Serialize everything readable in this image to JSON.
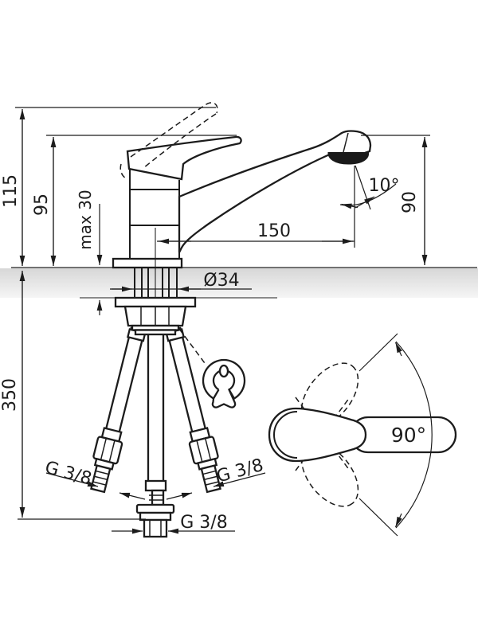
{
  "drawing": {
    "title": "single-lever sink mixer installation drawing",
    "views": [
      "side-elevation",
      "top-view-swivel"
    ]
  },
  "dimensions": {
    "total_height": "115",
    "body_height": "95",
    "max_mount_thickness": "max 30",
    "spout_reach": "150",
    "stream_angle": "10°",
    "outlet_height": "90",
    "hole_diameter": "Ø34",
    "hose_length": "350",
    "left_hose_thread": "G 3/8",
    "right_hose_thread": "G 3/8",
    "center_pipe_thread": "G 3/8",
    "swivel_angle": "90°"
  },
  "icons": {
    "mounting_wrench": "wrench-icon"
  },
  "colors": {
    "line": "#1c1c1c",
    "countertop_top": "#d7d7d7",
    "countertop_bottom": "#f5f5f5",
    "hose_fill": "#dcdcdc",
    "aerator_fill": "#1a1a1a"
  }
}
